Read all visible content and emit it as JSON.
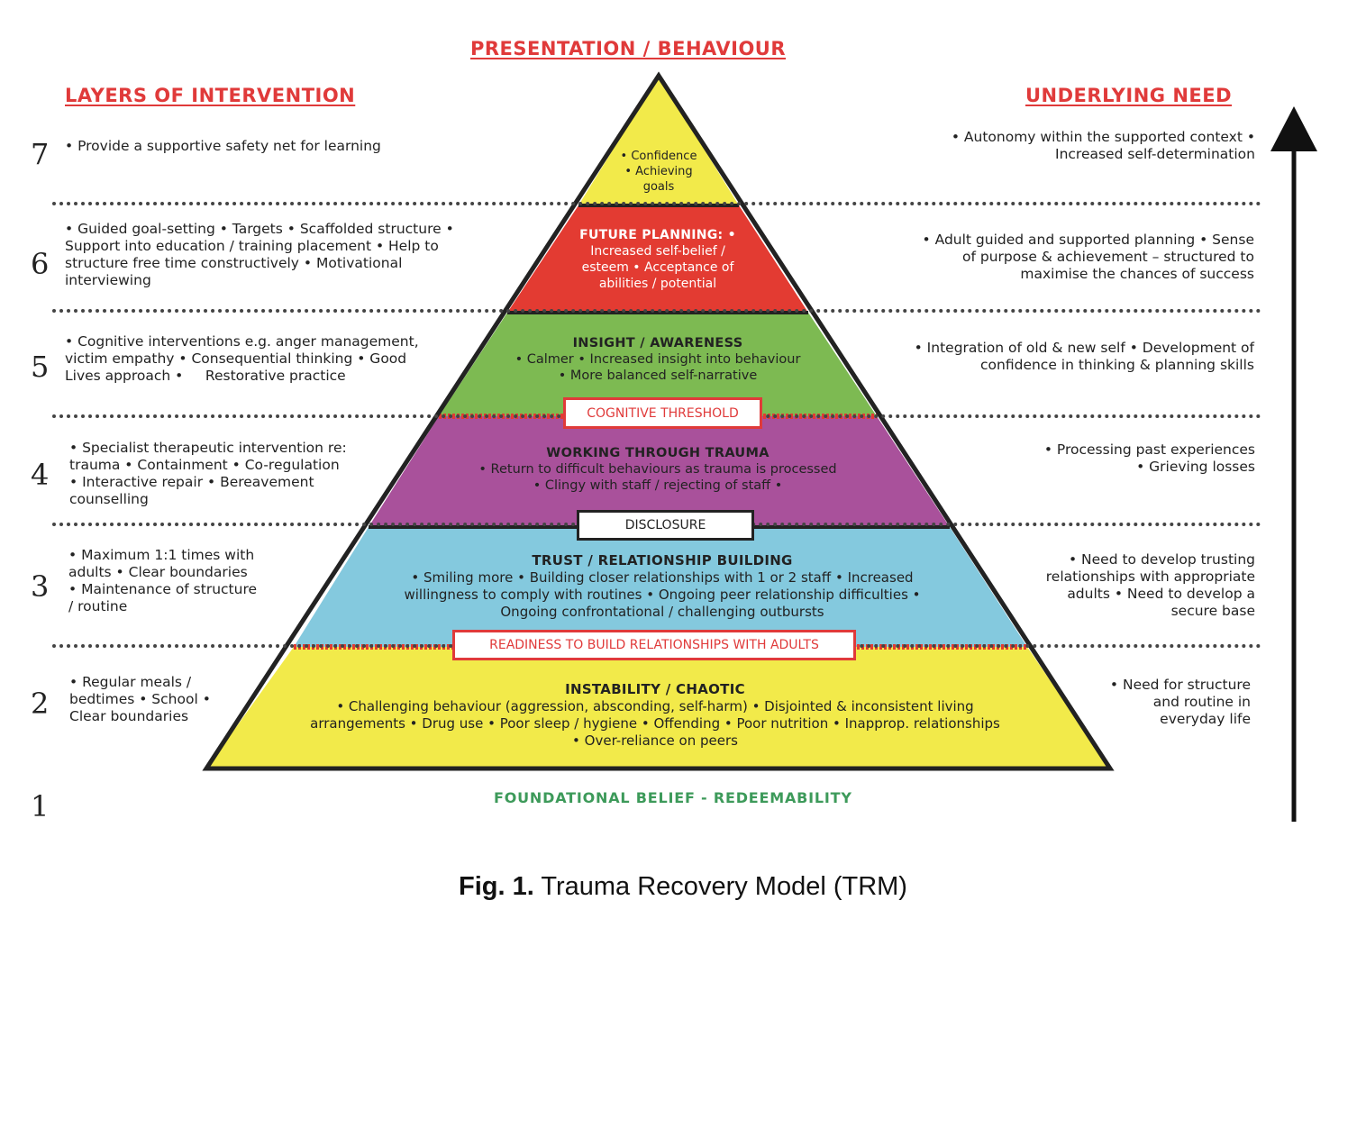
{
  "headers": {
    "center": "PRESENTATION / BEHAVIOUR",
    "left": "LAYERS OF INTERVENTION",
    "right": "UNDERLYING NEED"
  },
  "levels": [
    {
      "number": "7",
      "left": [
        "• Provide a supportive safety net for learning"
      ],
      "pyramid_title": "",
      "pyramid_lines": [
        "• Confidence",
        "• Achieving",
        "goals"
      ],
      "right": [
        "• Autonomy within the supported context •",
        "Increased self-determination"
      ]
    },
    {
      "number": "6",
      "left": [
        "• Guided goal-setting • Targets • Scaffolded structure •",
        "Support into education / training placement • Help to",
        "structure free time constructively • Motivational",
        "interviewing"
      ],
      "pyramid_title": "FUTURE PLANNING: •",
      "pyramid_lines": [
        "Increased self-belief /",
        "esteem • Acceptance of",
        "abilities / potential"
      ],
      "right": [
        "• Adult guided and supported planning • Sense",
        "of purpose & achievement – structured to",
        "maximise the chances of success"
      ]
    },
    {
      "number": "5",
      "left": [
        "• Cognitive interventions e.g. anger management,",
        "victim empathy • Consequential thinking • Good",
        "Lives approach •     Restorative practice"
      ],
      "pyramid_title": "INSIGHT / AWARENESS",
      "pyramid_lines": [
        "• Calmer • Increased insight into behaviour",
        "• More balanced self-narrative"
      ],
      "right": [
        "• Integration of old & new self • Development of",
        "confidence in thinking & planning skills"
      ]
    },
    {
      "number": "4",
      "left": [
        "• Specialist therapeutic intervention re:",
        "trauma • Containment • Co-regulation",
        "• Interactive repair • Bereavement",
        "counselling"
      ],
      "pyramid_title": "WORKING THROUGH TRAUMA",
      "pyramid_lines": [
        "• Return to difficult behaviours as trauma is processed",
        "• Clingy with staff / rejecting of staff •"
      ],
      "right": [
        "• Processing past experiences",
        "• Grieving losses"
      ]
    },
    {
      "number": "3",
      "left": [
        "• Maximum 1:1 times with",
        "adults • Clear boundaries",
        "• Maintenance of structure",
        "/ routine"
      ],
      "pyramid_title": "TRUST / RELATIONSHIP BUILDING",
      "pyramid_lines": [
        "• Smiling more • Building closer relationships with 1 or 2 staff • Increased",
        "willingness to comply with routines • Ongoing peer relationship difficulties •",
        "Ongoing confrontational / challenging outbursts"
      ],
      "right": [
        "• Need to develop trusting",
        "relationships with appropriate",
        "adults • Need to develop a",
        "secure base"
      ]
    },
    {
      "number": "2",
      "left": [
        "• Regular meals /",
        "bedtimes • School •",
        "Clear boundaries"
      ],
      "pyramid_title": "INSTABILITY / CHAOTIC",
      "pyramid_lines": [
        "• Challenging behaviour (aggression, absconding, self-harm) • Disjointed & inconsistent living",
        "arrangements • Drug use • Poor sleep / hygiene • Offending • Poor nutrition • Inapprop. relationships",
        "• Over-reliance on peers"
      ],
      "right": [
        "• Need for structure",
        "and routine in",
        "everyday life"
      ]
    },
    {
      "number": "1",
      "left": [],
      "pyramid_title": "",
      "pyramid_lines": [],
      "right": []
    }
  ],
  "thresholds": {
    "cognitive": "COGNITIVE THRESHOLD",
    "disclosure": "DISCLOSURE",
    "readiness": "READINESS TO BUILD RELATIONSHIPS WITH ADULTS"
  },
  "foundation": "FOUNDATIONAL BELIEF - REDEEMABILITY",
  "caption": {
    "bold": "Fig. 1.",
    "text": " Trauma Recovery Model (TRM)"
  },
  "colors": {
    "yellow": "#f2ea4a",
    "red": "#e33b32",
    "green": "#7dba52",
    "purple": "#a9519b",
    "blue": "#84c9de",
    "header_red": "#e03a3a",
    "foundation_green": "#3d9a5a"
  }
}
